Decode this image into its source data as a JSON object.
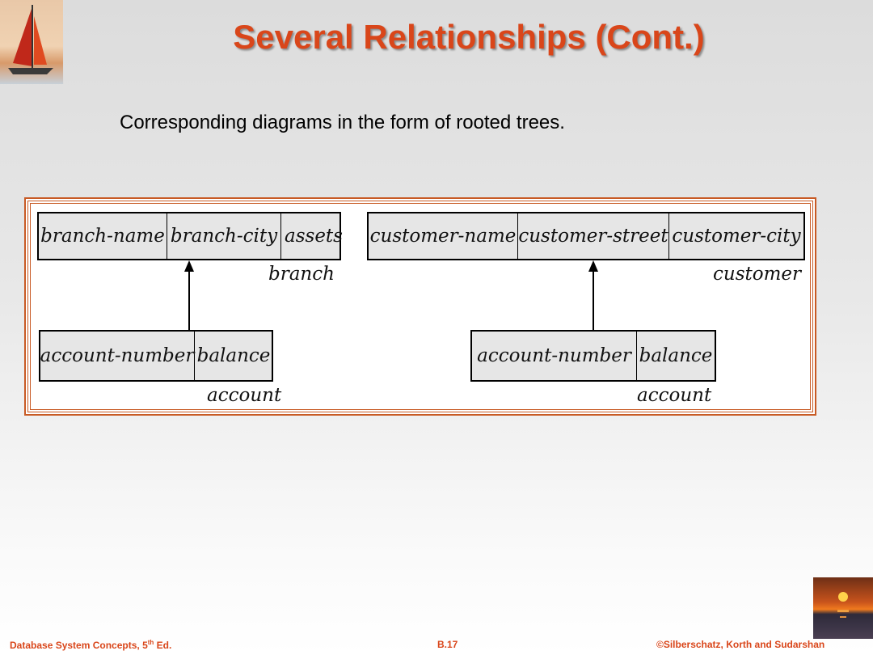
{
  "slide": {
    "title": "Several Relationships (Cont.)",
    "subtitle": "Corresponding diagrams in the form of rooted trees."
  },
  "diagram": {
    "left_tree": {
      "parent": {
        "name": "branch",
        "attributes": [
          "branch-name",
          "branch-city",
          "assets"
        ]
      },
      "child": {
        "name": "account",
        "attributes": [
          "account-number",
          "balance"
        ]
      }
    },
    "right_tree": {
      "parent": {
        "name": "customer",
        "attributes": [
          "customer-name",
          "customer-street",
          "customer-city"
        ]
      },
      "child": {
        "name": "account",
        "attributes": [
          "account-number",
          "balance"
        ]
      }
    }
  },
  "footer": {
    "left_prefix": "Database System Concepts, 5",
    "left_sup": "th",
    "left_suffix": " Ed.",
    "center": "B.17",
    "right": "©Silberschatz, Korth and Sudarshan"
  }
}
